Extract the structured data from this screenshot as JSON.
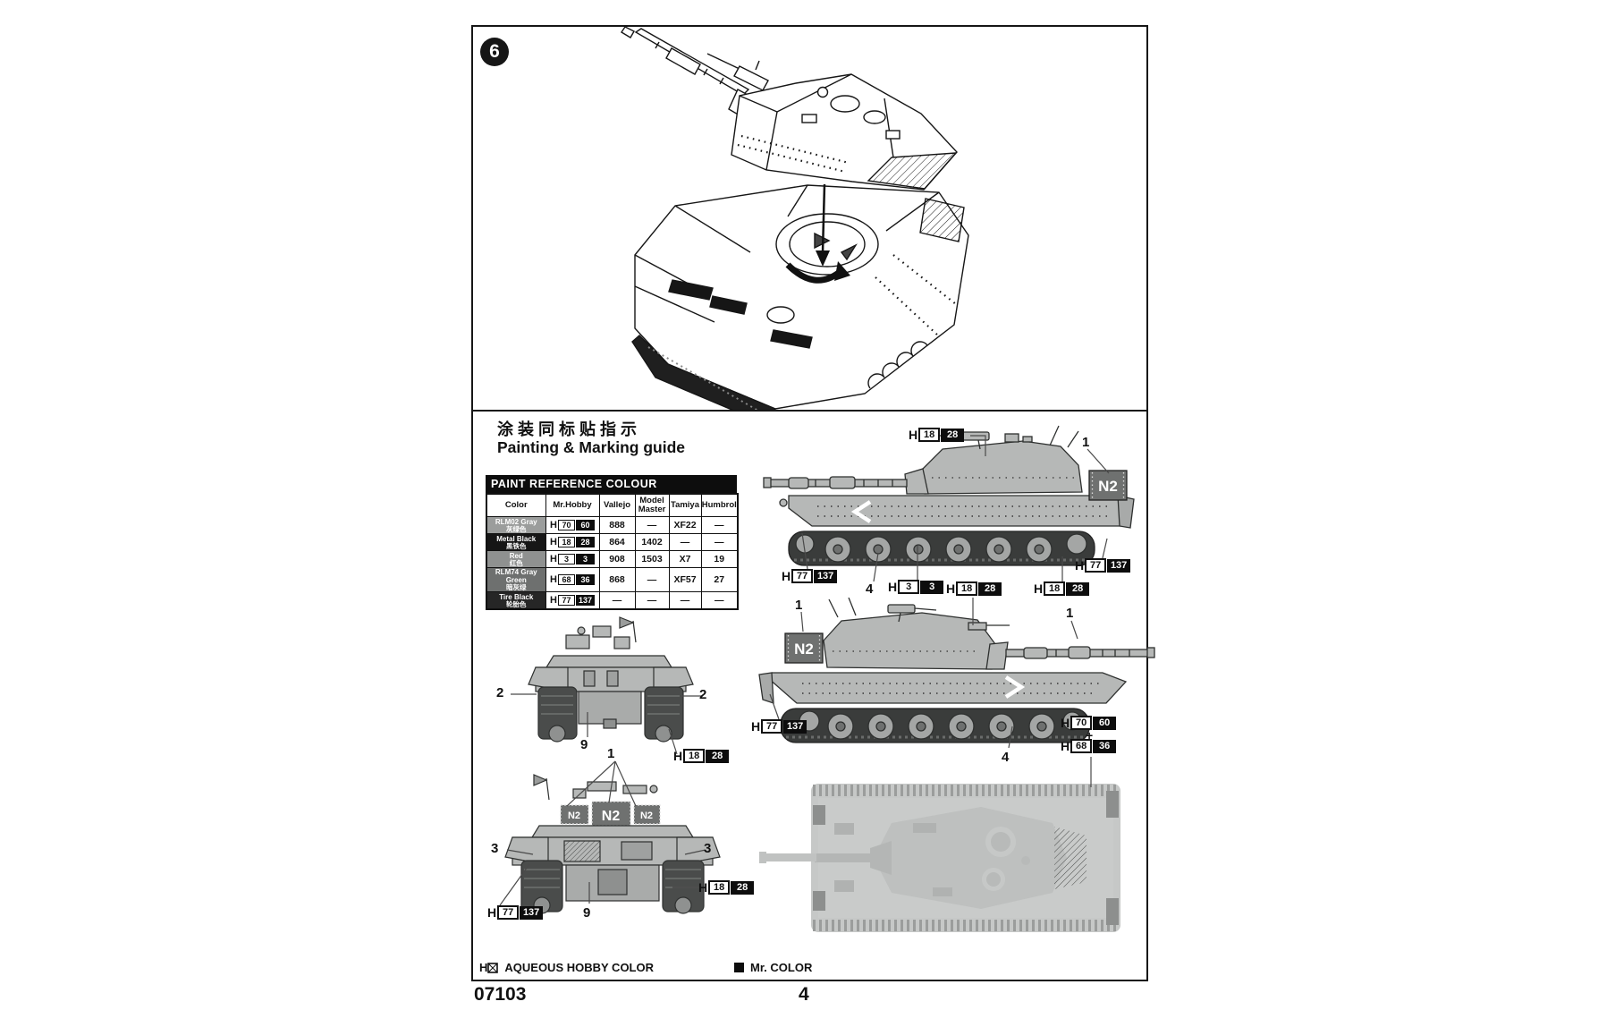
{
  "page": {
    "kit_number": "07103",
    "page_number": "4"
  },
  "step_panel": {
    "step_number": "6"
  },
  "guide": {
    "title_cn": "涂装同标贴指示",
    "title_en": "Painting & Marking guide",
    "marking": "N2",
    "table": {
      "title": "PAINT  REFERENCE COLOUR",
      "columns": [
        "Color",
        "Mr.Hobby",
        "Vallejo",
        "Model Master",
        "Tamiya",
        "Humbrol"
      ],
      "rows": [
        {
          "name": "RLM02 Gray",
          "cn": "灰绿色",
          "bg": "#9b9d9c",
          "aq": "70",
          "mr": "60",
          "vallejo": "888",
          "mm": "—",
          "tamiya": "XF22",
          "humbrol": "—"
        },
        {
          "name": "Metal Black",
          "cn": "黑铁色",
          "bg": "#161616",
          "aq": "18",
          "mr": "28",
          "vallejo": "864",
          "mm": "1402",
          "tamiya": "—",
          "humbrol": "—"
        },
        {
          "name": "Red",
          "cn": "红色",
          "bg": "#8f9190",
          "aq": "3",
          "mr": "3",
          "vallejo": "908",
          "mm": "1503",
          "tamiya": "X7",
          "humbrol": "19"
        },
        {
          "name": "RLM74 Gray Green",
          "cn": "暗灰绿",
          "bg": "#6e706f",
          "aq": "68",
          "mr": "36",
          "vallejo": "868",
          "mm": "—",
          "tamiya": "XF57",
          "humbrol": "27"
        },
        {
          "name": "Tire Black",
          "cn": "轮胎色",
          "bg": "#262626",
          "aq": "77",
          "mr": "137",
          "vallejo": "—",
          "mm": "—",
          "tamiya": "—",
          "humbrol": "—"
        }
      ]
    },
    "callouts": {
      "h": "H",
      "plus": "+",
      "rlm02": {
        "aq": "70",
        "mr": "60"
      },
      "metal_black": {
        "aq": "18",
        "mr": "28"
      },
      "red": {
        "aq": "3",
        "mr": "3"
      },
      "rlm74": {
        "aq": "68",
        "mr": "36"
      },
      "tire_black": {
        "aq": "77",
        "mr": "137"
      }
    },
    "numbers": {
      "n1": "1",
      "n2": "2",
      "n3": "3",
      "n4": "4",
      "n9": "9"
    },
    "legend": {
      "h": "H",
      "aqueous": "AQUEOUS HOBBY COLOR",
      "mr": "Mr. COLOR"
    }
  }
}
